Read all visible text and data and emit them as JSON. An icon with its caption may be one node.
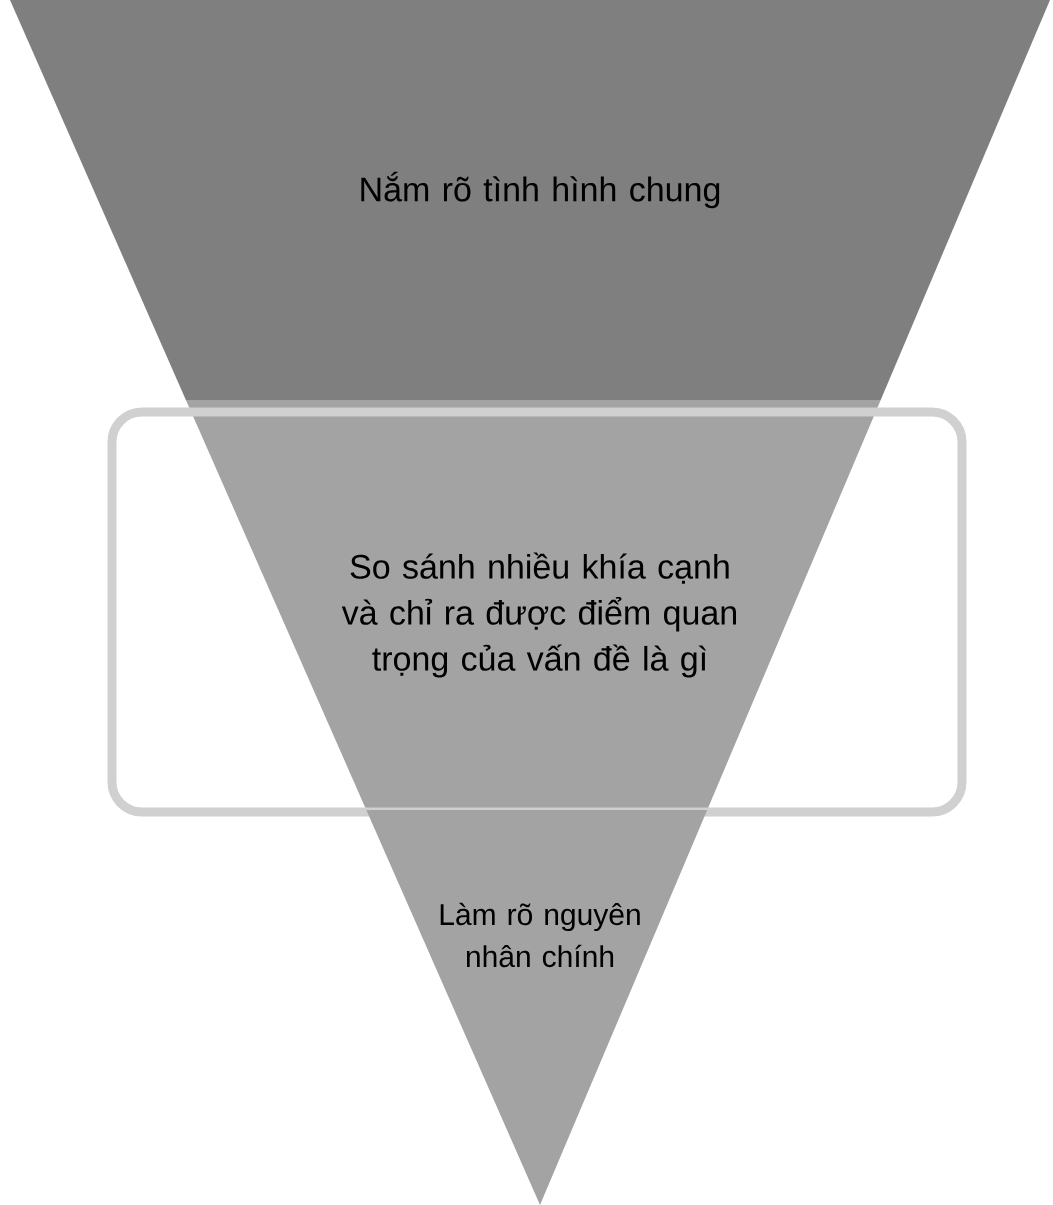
{
  "diagram": {
    "nodes": [
      {
        "text": [
          "Nắm rõ tình hình chung"
        ]
      },
      {
        "text": [
          "So sánh nhiều khía cạnh và chỉ ra được điểm quan trọng của vấn đề là gì"
        ]
      },
      {
        "text": [
          "Làm rõ nguyên nhân chính"
        ]
      }
    ],
    "edges": []
  }
}
